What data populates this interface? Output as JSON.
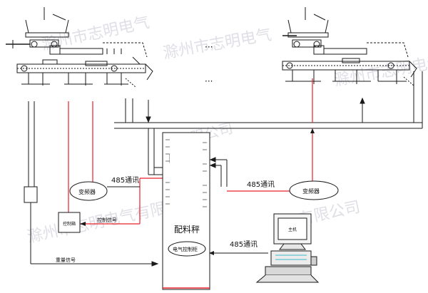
{
  "labels": {
    "comm_485_left": "485通讯",
    "comm_485_right": "485通讯",
    "comm_485_pc": "485通讯",
    "vfd_left": "变频器",
    "vfd_right": "变频器",
    "control_signal": "控制信号",
    "weigh_signal": "重量信号",
    "scale": "配料秤",
    "electric_cabinet": "电气控制柜",
    "control_box": "控制箱",
    "computer": "主机",
    "ellipsis_upper": "···",
    "ellipsis_lower": "···"
  },
  "watermark": [
    "滁州市志明电气",
    "有限公司",
    "滁州市志明电气有限公司"
  ],
  "colors": {
    "line": "#1a1a1a",
    "red": "#e8202a",
    "cyan": "#3fb8c6"
  }
}
